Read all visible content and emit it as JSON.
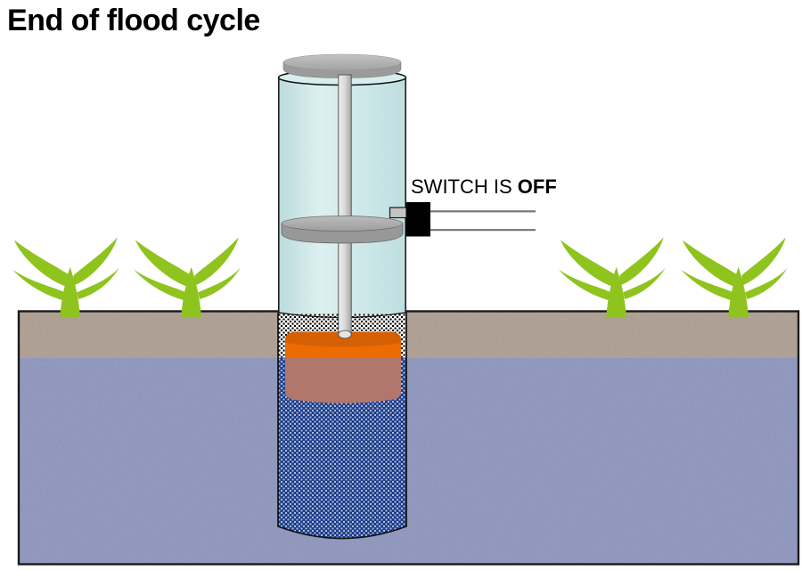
{
  "labels": {
    "title": "End of flood cycle",
    "switch_prefix": "SWITCH IS ",
    "switch_state": "OFF"
  },
  "scene": {
    "plants_count": 4,
    "elements": [
      "well-cap",
      "well-casing",
      "float-rod",
      "float-disc",
      "disc-tab",
      "switch-box",
      "switch-wires",
      "float",
      "well-screen",
      "soil-layer",
      "groundwater-layer",
      "plants"
    ]
  },
  "colors": {
    "background": "#FFFFFF",
    "title_text": "#000000",
    "label_text": "#000000",
    "tube_fill": "#CDE8E9",
    "tube_rim_fill": "#D8EEEE",
    "tube_outline": "#111111",
    "cap_side": "#9B9B9B",
    "cap_top": "#B5B5B5",
    "disc_side": "#989898",
    "disc_top": "#B0B0B0",
    "rod_gray": "#D2D2D2",
    "rod_end": "#E4E4E4",
    "float_orange": "#EC6B05",
    "float_top_edge": "#D35F04",
    "float_submerged": "#B1766C",
    "screen_dry_bg": "#FFFFFF",
    "screen_dry_dot": "#000000",
    "screen_wet_bg": "#1E3C85",
    "screen_wet_dot": "#A9BEE3",
    "soil": "#AC998B",
    "water": "#8A92BE",
    "ground_border": "#1A1A1A",
    "plant_green": "#8FC31E",
    "switch_box": "#000000",
    "tab_gray": "#C4C4C4",
    "wire_gray": "#737373"
  }
}
